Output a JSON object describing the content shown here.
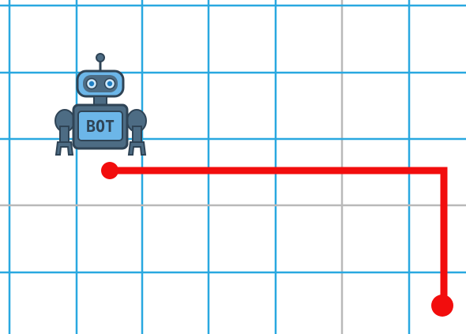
{
  "grid": {
    "line_color": "#29a8e0",
    "alt_line_color": "#b9b9b9"
  },
  "robot": {
    "label": "BOT",
    "body_color": "#4d6c84",
    "panel_color": "#6cb6e8",
    "eye_color": "#1f7fc4",
    "outline_color": "#2f4456"
  },
  "path": {
    "color": "#f20d0d",
    "start_marker": "start-dot",
    "end_marker": "end-dot"
  }
}
